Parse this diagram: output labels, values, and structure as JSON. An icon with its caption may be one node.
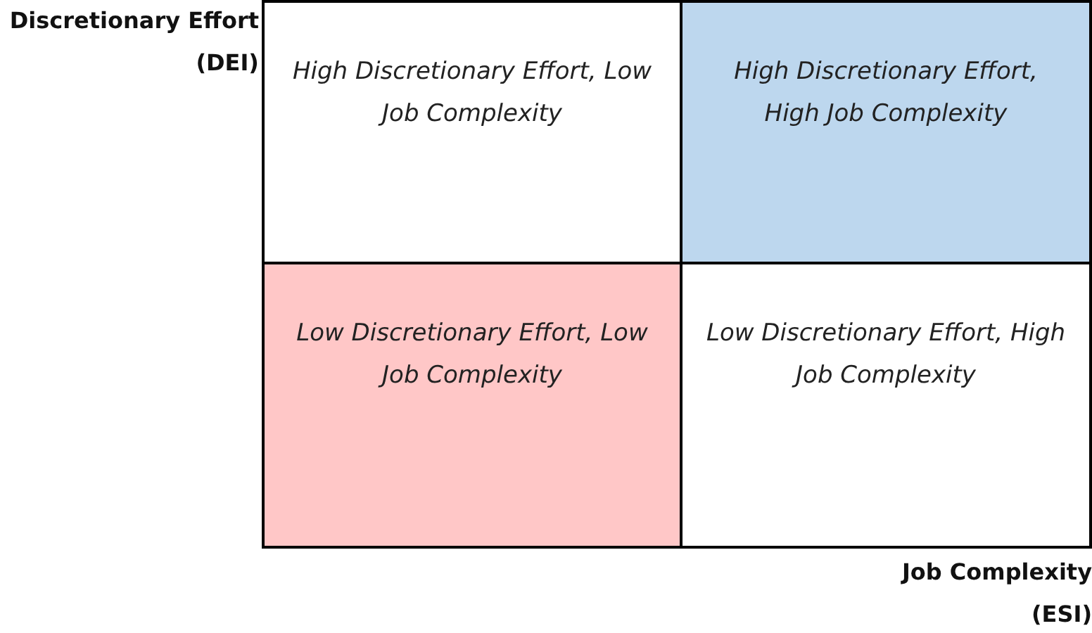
{
  "diagram": {
    "nodes": [
      {
        "text": [
          "High Discretionary Effort, Low Job Complexity"
        ]
      },
      {
        "text": [
          "High Discretionary Effort, High Job Complexity"
        ]
      },
      {
        "text": [
          "Low Discretionary Effort, Low Job Complexity"
        ]
      },
      {
        "text": [
          "Low Discretionary Effort, High Job Complexity"
        ]
      }
    ],
    "edges": [],
    "labels": [
      "Discretionary Effort (DEI)",
      "Job Complexity (ESI)"
    ]
  }
}
